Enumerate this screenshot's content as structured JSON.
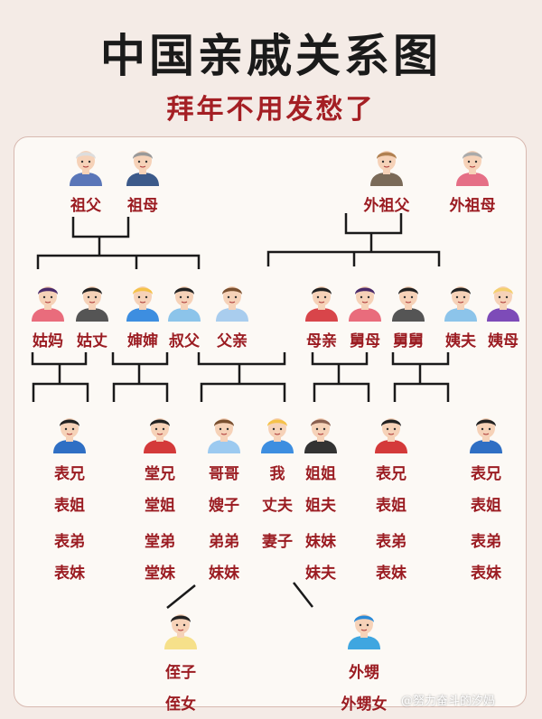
{
  "title": "中国亲戚关系图",
  "subtitle": "拜年不用发愁了",
  "gen1": [
    {
      "label": "祖父"
    },
    {
      "label": "祖母"
    },
    {
      "label": "外祖父"
    },
    {
      "label": "外祖母"
    }
  ],
  "gen2": [
    {
      "label": "姑妈"
    },
    {
      "label": "姑丈"
    },
    {
      "label": "婶婶"
    },
    {
      "label": "叔父"
    },
    {
      "label": "父亲"
    },
    {
      "label": "母亲"
    },
    {
      "label": "舅母"
    },
    {
      "label": "舅舅"
    },
    {
      "label": "姨夫"
    },
    {
      "label": "姨母"
    }
  ],
  "gen3": [
    {
      "labels": [
        "表兄",
        "表姐",
        "表弟",
        "表妹"
      ]
    },
    {
      "labels": [
        "堂兄",
        "堂姐",
        "堂弟",
        "堂妹"
      ]
    },
    {
      "labels": [
        "哥哥",
        "嫂子",
        "弟弟",
        "妹妹"
      ]
    },
    {
      "labels": [
        "我",
        "丈夫",
        "妻子"
      ]
    },
    {
      "labels": [
        "姐姐",
        "姐夫",
        "妹妹",
        "妹夫"
      ]
    },
    {
      "labels": [
        "表兄",
        "表姐",
        "表弟",
        "表妹"
      ]
    },
    {
      "labels": [
        "表兄",
        "表姐",
        "表弟",
        "表妹"
      ]
    }
  ],
  "gen4": [
    {
      "labels": [
        "侄子",
        "侄女"
      ]
    },
    {
      "labels": [
        "外甥",
        "外甥女"
      ]
    }
  ],
  "watermark": "@努力奋斗的汐妈",
  "colors": {
    "title": "#1a1a1a",
    "label": "#9b1c22",
    "line": "#1a1a1a"
  }
}
